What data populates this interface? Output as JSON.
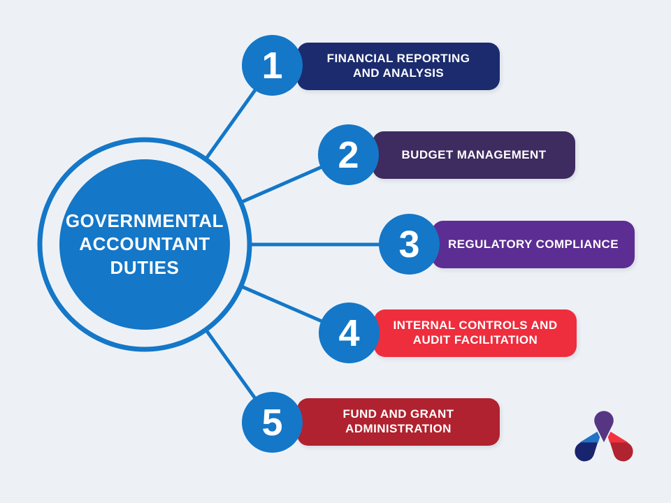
{
  "title": {
    "lines": [
      "GOVERNMENTAL",
      "ACCOUNTANT",
      "DUTIES"
    ]
  },
  "items": [
    {
      "number": "1",
      "lines": [
        "FINANCIAL REPORTING",
        "AND ANALYSIS"
      ],
      "color": "#1b2b6e"
    },
    {
      "number": "2",
      "lines": [
        "BUDGET MANAGEMENT"
      ],
      "color": "#3e2b5f"
    },
    {
      "number": "3",
      "lines": [
        "REGULATORY COMPLIANCE"
      ],
      "color": "#5c2d92"
    },
    {
      "number": "4",
      "lines": [
        "INTERNAL CONTROLS AND",
        "AUDIT FACILITATION"
      ],
      "color": "#ee2d3d"
    },
    {
      "number": "5",
      "lines": [
        "FUND AND GRANT",
        "ADMINISTRATION"
      ],
      "color": "#b0222f"
    }
  ],
  "colors": {
    "background": "#edf1f6",
    "accent_blue": "#1477c8",
    "text_on_dark": "#ffffff"
  },
  "logo": {
    "name": "triple-droplet-brand-mark",
    "colors": {
      "purple": "#563583",
      "blue_light": "#2273c4",
      "blue_dark": "#18246d",
      "red_light": "#f2333f",
      "red_dark": "#b02330"
    }
  }
}
